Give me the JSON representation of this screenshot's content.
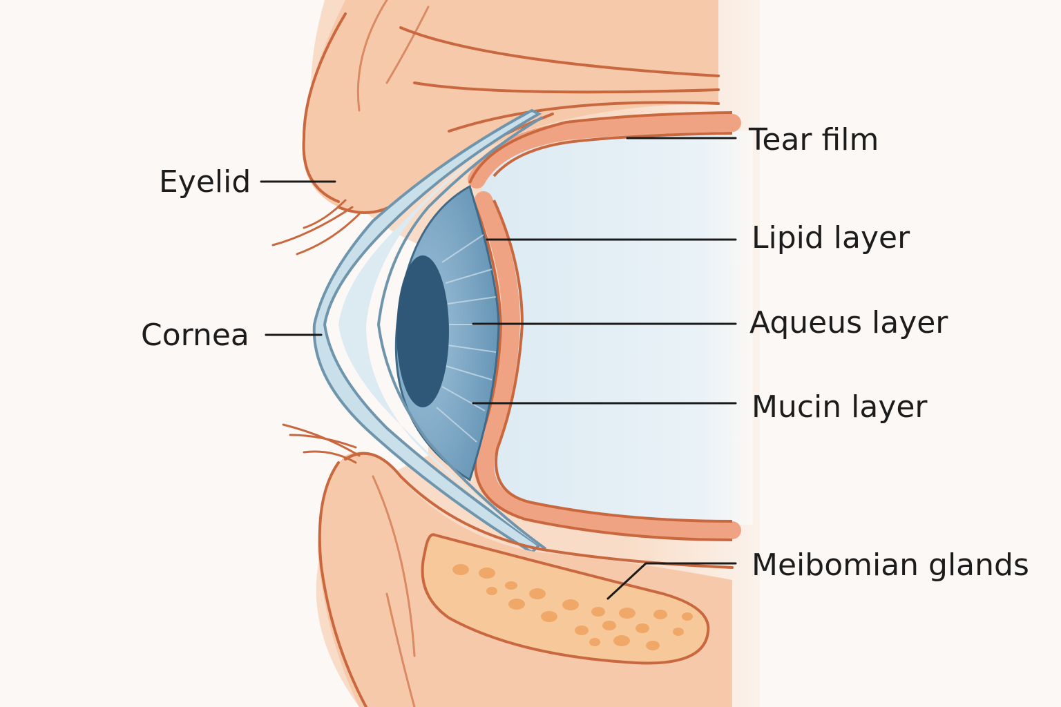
{
  "labels": {
    "eyelid": "Eyelid",
    "cornea": "Cornea",
    "tear_film": "Tear film",
    "lipid_layer": "Lipid layer",
    "aqueous_layer": "Aqueus layer",
    "mucin_layer": "Mucin layer",
    "meibomian_glands": "Meibomian glands"
  },
  "colors": {
    "background": "#fbf8f5",
    "skin_light": "#f9dcc6",
    "skin_mid": "#f4bfa0",
    "skin_outline": "#c9683f",
    "tear_film": "#f0a383",
    "eye_fill": "#e3eef4",
    "cornea": "#c9dfe9",
    "cornea_outline": "#6f95ad",
    "iris": "#7ea9c6",
    "pupil": "#2f5878",
    "gland_fill": "#f7c89a",
    "gland_dots": "#f0a868"
  }
}
